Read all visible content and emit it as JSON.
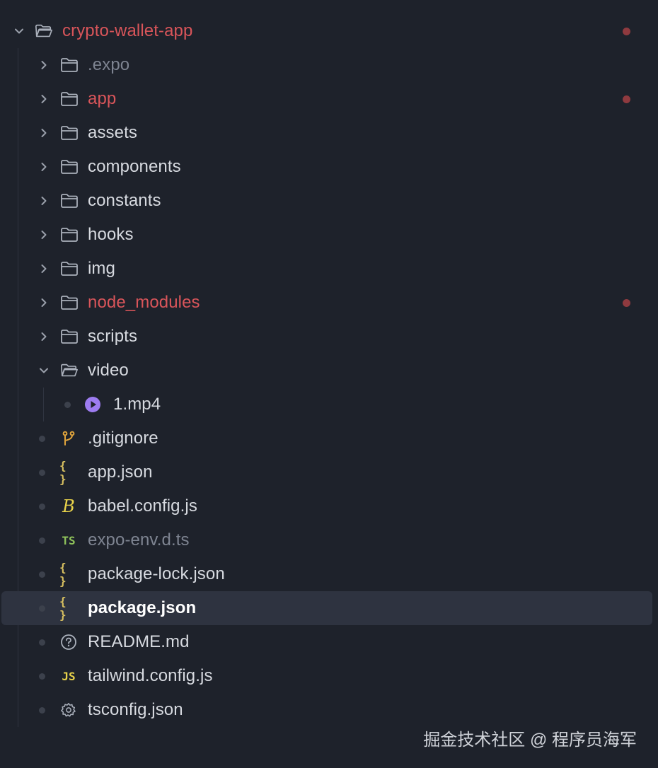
{
  "root": {
    "label": "crypto-wallet-app"
  },
  "folders": [
    {
      "key": "expo",
      "label": ".expo"
    },
    {
      "key": "app",
      "label": "app"
    },
    {
      "key": "assets",
      "label": "assets"
    },
    {
      "key": "components",
      "label": "components"
    },
    {
      "key": "constants",
      "label": "constants"
    },
    {
      "key": "hooks",
      "label": "hooks"
    },
    {
      "key": "img",
      "label": "img"
    },
    {
      "key": "node_modules",
      "label": "node_modules"
    },
    {
      "key": "scripts",
      "label": "scripts"
    },
    {
      "key": "video",
      "label": "video"
    }
  ],
  "video_children": [
    {
      "label": "1.mp4"
    }
  ],
  "files": [
    {
      "key": "gitignore",
      "label": ".gitignore"
    },
    {
      "key": "app_json",
      "label": "app.json"
    },
    {
      "key": "babel",
      "label": "babel.config.js"
    },
    {
      "key": "expo_env",
      "label": "expo-env.d.ts"
    },
    {
      "key": "package_lock",
      "label": "package-lock.json"
    },
    {
      "key": "package_json",
      "label": "package.json"
    },
    {
      "key": "readme",
      "label": "README.md"
    },
    {
      "key": "tailwind",
      "label": "tailwind.config.js"
    },
    {
      "key": "tsconfig",
      "label": "tsconfig.json"
    }
  ],
  "icon_text": {
    "braces": "{ }",
    "ts": "TS",
    "js": "JS",
    "babel": "B"
  },
  "watermark": "掘金技术社区 @ 程序员海军",
  "colors": {
    "background": "#1e222b",
    "selected_row": "#2e3340",
    "modified_red": "#d9555a",
    "status_dot": "#8f3a3f",
    "json_yellow": "#d8c060",
    "ts_green": "#8fc25b",
    "video_purple": "#9d7cf0",
    "git_orange": "#e0a43c"
  }
}
